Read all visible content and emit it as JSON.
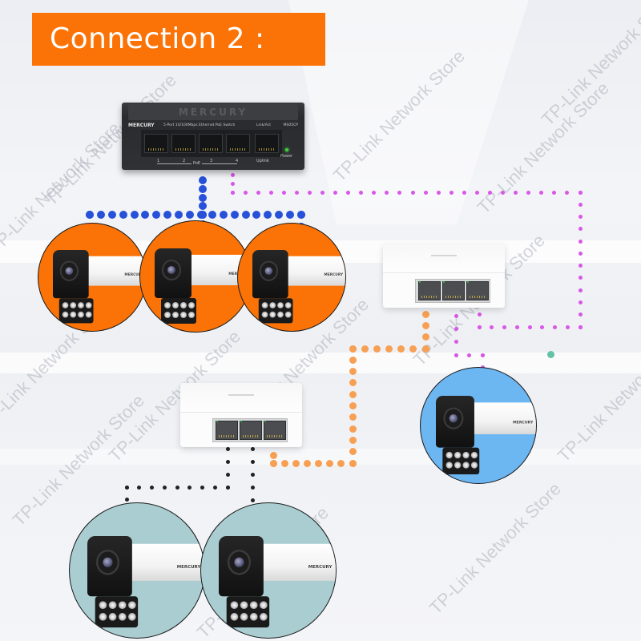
{
  "title": "Connection 2 :",
  "watermark": "TP-Link Network Store",
  "colors": {
    "title_bg": "#fb7307",
    "blue_line": "#2651d8",
    "pink_line": "#d857e8",
    "orange_line": "#f7a054",
    "black_line": "#222222",
    "teal_dot": "#62c3a5",
    "orange_circle": "#fb7307",
    "blue_circle": "#6cb6f1",
    "grey_circle": "#a9cdd1"
  },
  "poe_switch": {
    "top_logo": "MERCURY",
    "brand": "MERCURY",
    "description": "5-Port 10/100Mbps Ethernet PoE Switch",
    "link_act": "Link/Act",
    "model": "MS05CP",
    "port_labels": [
      "1",
      "2",
      "3",
      "4",
      "Uplink"
    ],
    "poe_label": "PoE",
    "power_label": "Power"
  },
  "mini_switches": [
    {
      "name": "upper-right",
      "port_count": 3
    },
    {
      "name": "lower-center",
      "port_count": 3
    }
  ],
  "cameras": [
    {
      "group": "orange",
      "brand": "MERCURY"
    },
    {
      "group": "orange",
      "brand": "MERCURY"
    },
    {
      "group": "orange",
      "brand": "MERCURY"
    },
    {
      "group": "blue",
      "brand": "MERCURY"
    },
    {
      "group": "grey",
      "brand": "MERCURY"
    },
    {
      "group": "grey",
      "brand": "MERCURY"
    }
  ]
}
